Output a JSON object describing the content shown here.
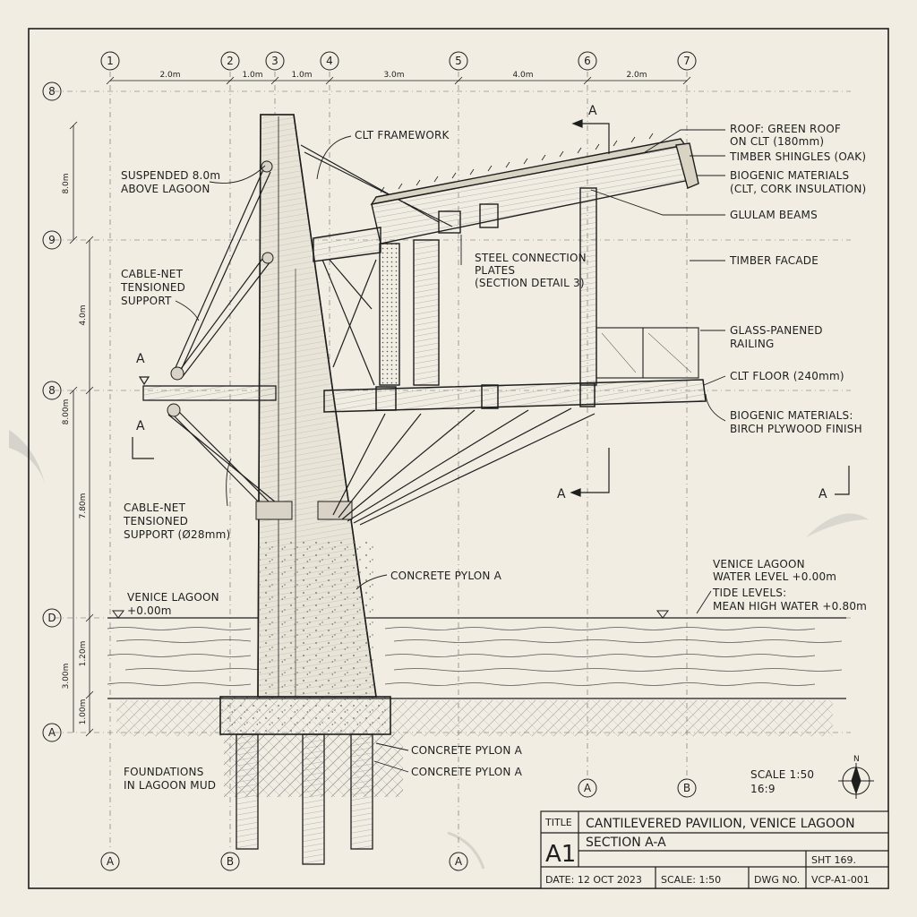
{
  "grid_columns_top": [
    "1",
    "2",
    "3",
    "4",
    "5",
    "6",
    "7"
  ],
  "grid_rows_left": [
    "8",
    "9",
    "8",
    "D",
    "A"
  ],
  "grid_bottom": [
    "A",
    "B",
    "A",
    "A",
    "B"
  ],
  "dimensions_top": [
    "2.0m",
    "1.0m",
    "1.0m",
    "3.0m",
    "4.0m",
    "2.0m"
  ],
  "dimensions_left": [
    "8.0m",
    "4.0m",
    "8.00m",
    "7.80m",
    "1.20m",
    "3.00m",
    "1.00m"
  ],
  "section_marks": [
    "A",
    "A",
    "A",
    "A",
    "A"
  ],
  "labels": {
    "clt_framework": "CLT FRAMEWORK",
    "suspended_1": "SUSPENDED 8.0m",
    "suspended_2": "ABOVE LAGOON",
    "cable_net_1a": "CABLE-NET",
    "cable_net_1b": "TENSIONED",
    "cable_net_1c": "SUPPORT",
    "cable_net_2a": "CABLE-NET",
    "cable_net_2b": "TENSIONED",
    "cable_net_2c": "SUPPORT (Ø28mm)",
    "steel_plates_1": "STEEL CONNECTION",
    "steel_plates_2": "PLATES",
    "steel_plates_3": "(SECTION DETAIL 3)",
    "roof_1": "ROOF: GREEN ROOF",
    "roof_2": "ON CLT (180mm)",
    "shingles": "TIMBER SHINGLES (OAK)",
    "biogenic_1": "BIOGENIC MATERIALS",
    "biogenic_2": "(CLT, CORK INSULATION)",
    "glulam": "GLULAM BEAMS",
    "timber_facade": "TIMBER FACADE",
    "railing_1": "GLASS-PANENED",
    "railing_2": "RAILING",
    "clt_floor": "CLT FLOOR (240mm)",
    "biogenic_3": "BIOGENIC MATERIALS:",
    "biogenic_4": "BIRCH PLYWOOD FINISH",
    "concrete_pylon_main": "CONCRETE PYLON A",
    "venice_lagoon_1": "VENICE LAGOON",
    "venice_lagoon_2": "+0.00m",
    "water_level_1": "VENICE LAGOON",
    "water_level_2": "WATER LEVEL +0.00m",
    "tide_1": "TIDE LEVELS:",
    "tide_2": "MEAN HIGH WATER +0.80m",
    "concrete_pylon_1": "CONCRETE PYLON A",
    "concrete_pylon_2": "CONCRETE PYLON A",
    "foundations_1": "FOUNDATIONS",
    "foundations_2": "IN LAGOON MUD",
    "scale_1": "SCALE 1:50",
    "scale_2": "16:9",
    "north": "N"
  },
  "title_block": {
    "title_label": "TITLE",
    "title": "CANTILEVERED PAVILION, VENICE LAGOON",
    "sheet_size": "A1",
    "section": "SECTION A-A",
    "sheet_no": "SHT 169.",
    "date": "DATE: 12 OCT 2023",
    "scale": "SCALE: 1:50",
    "dwg_label": "DWG NO.",
    "dwg_no": "VCP-A1-001"
  },
  "colors": {
    "paper": "#f1ede3",
    "ink": "#1e1e1e",
    "pencil": "#555555"
  }
}
